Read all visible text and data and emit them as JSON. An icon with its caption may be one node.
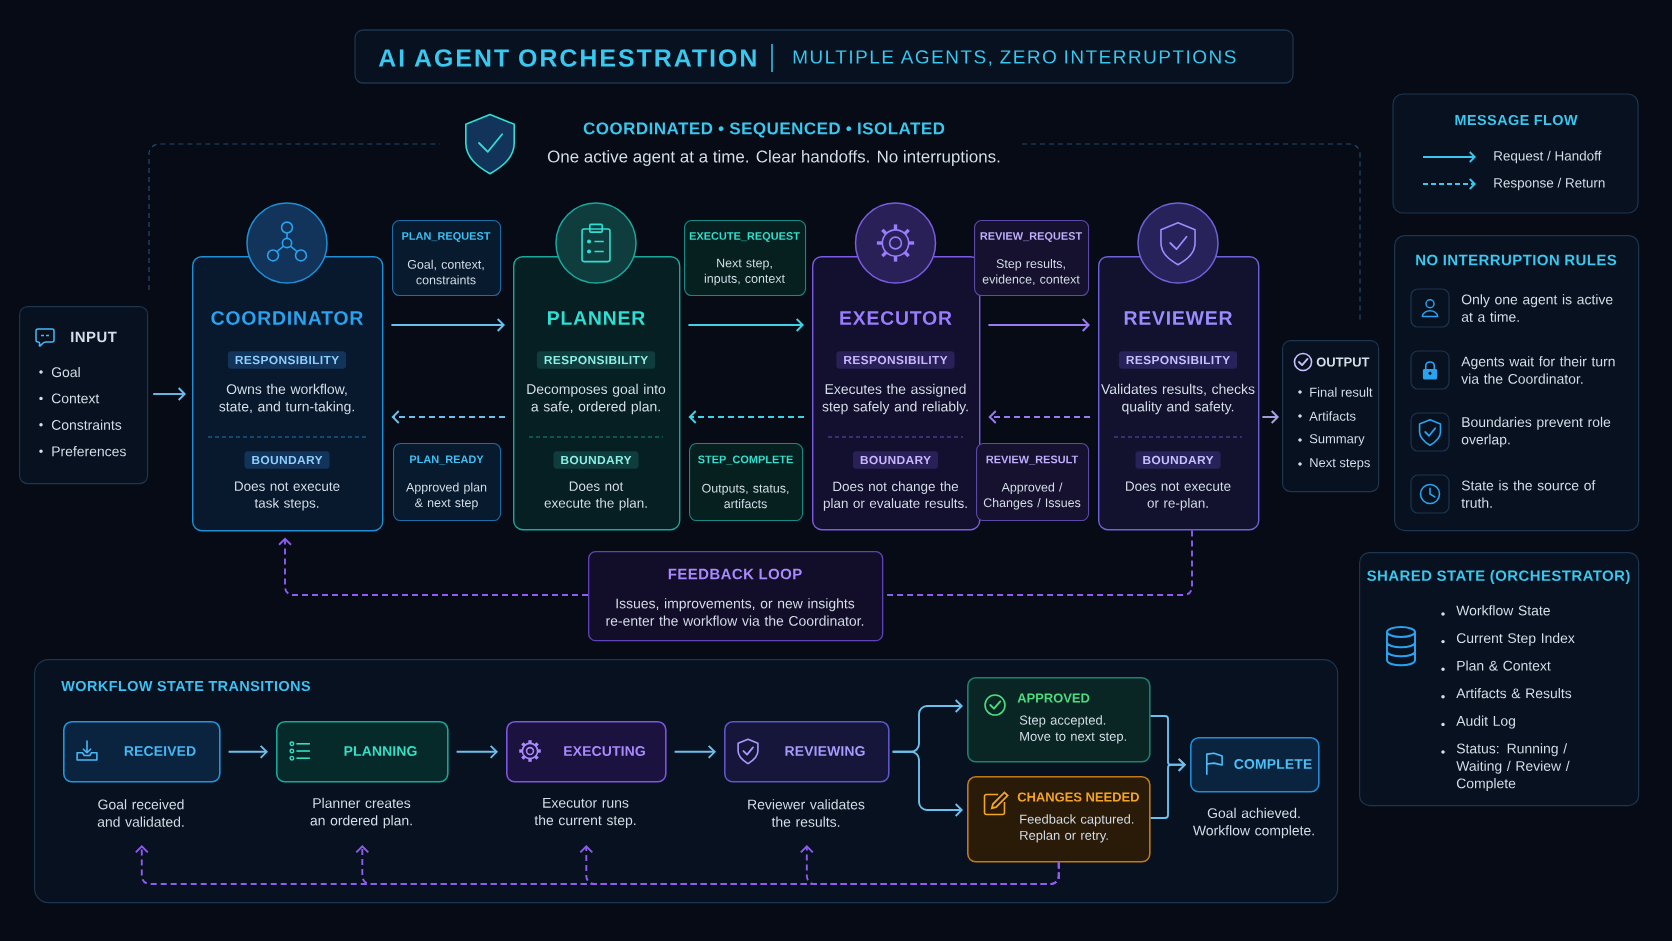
{
  "diagram": {
    "title": "AI AGENT ORCHESTRATION",
    "nodes": [
      {
        "text": [
          "INPUT",
          "Goal",
          "Context",
          "Constraints",
          "Preferences"
        ]
      },
      {
        "text": [
          "COORDINATOR",
          "RESPONSIBILITY",
          "Owns the workflow, state, and turn-taking.",
          "BOUNDARY",
          "Does not execute task steps."
        ]
      },
      {
        "text": [
          "PLAN_REQUEST",
          "Goal, context, constraints"
        ]
      },
      {
        "text": [
          "PLAN_READY",
          "Approved plan & next step"
        ]
      },
      {
        "text": [
          "PLANNER",
          "RESPONSIBILITY",
          "Decomposes goal into a safe, ordered plan.",
          "BOUNDARY",
          "Does not execute the plan."
        ]
      },
      {
        "text": [
          "EXECUTE_REQUEST",
          "Next step, inputs, context"
        ]
      },
      {
        "text": [
          "STEP_COMPLETE",
          "Outputs, status, artifacts"
        ]
      },
      {
        "text": [
          "EXECUTOR",
          "RESPONSIBILITY",
          "Executes the assigned step safely and reliably.",
          "BOUNDARY",
          "Does not change the plan or evaluate results."
        ]
      },
      {
        "text": [
          "REVIEW_REQUEST",
          "Step results, evidence, context"
        ]
      },
      {
        "text": [
          "REVIEW_RESULT",
          "Approved / Changes / Issues"
        ]
      },
      {
        "text": [
          "REVIEWER",
          "RESPONSIBILITY",
          "Validates results, checks quality and safety.",
          "BOUNDARY",
          "Does not execute or re-plan."
        ]
      },
      {
        "text": [
          "OUTPUT",
          "Final result",
          "Artifacts",
          "Summary",
          "Next steps"
        ]
      },
      {
        "text": [
          "FEEDBACK LOOP",
          "Issues, improvements, or new insights re-enter the workflow via the Coordinator."
        ]
      },
      {
        "text": [
          "NO INTERRUPTION RULES",
          "Only one agent is active at a time.",
          "Agents wait for their turn via the Coordinator.",
          "Boundaries prevent role overlap.",
          "State is the source of truth."
        ]
      },
      {
        "text": [
          "SHARED STATE (ORCHESTRATOR)",
          "Workflow State",
          "Current Step Index",
          "Plan & Context",
          "Artifacts & Results",
          "Audit Log",
          "Status: Running / Waiting / Review / Complete"
        ]
      },
      {
        "text": [
          "WORKFLOW STATE TRANSITIONS"
        ]
      },
      {
        "text": [
          "RECEIVED"
        ],
        "beside": [
          "Goal received and validated."
        ],
        "in": 15
      },
      {
        "text": [
          "PLANNING"
        ],
        "beside": [
          "Planner creates an ordered plan."
        ],
        "in": 15
      },
      {
        "text": [
          "EXECUTING"
        ],
        "beside": [
          "Executor runs the current step."
        ],
        "in": 15
      },
      {
        "text": [
          "REVIEWING"
        ],
        "beside": [
          "Reviewer validates the results."
        ],
        "in": 15
      },
      {
        "text": [
          "APPROVED",
          "Step accepted. Move to next step."
        ],
        "in": 15
      },
      {
        "text": [
          "CHANGES NEEDED",
          "Feedback captured. Replan or retry."
        ],
        "in": 15
      },
      {
        "text": [
          "COMPLETE"
        ],
        "beside": [
          "Goal achieved. Workflow complete."
        ],
        "in": 15
      }
    ],
    "edges": [
      {
        "from": 0,
        "to": 1,
        "arrow": "to"
      },
      {
        "from": 1,
        "to": 4,
        "arrow": "to"
      },
      {
        "from": 4,
        "to": 1,
        "arrow": "to",
        "style": "dashed"
      },
      {
        "from": 4,
        "to": 7,
        "arrow": "to",
        "color": "#3fd2e2"
      },
      {
        "from": 7,
        "to": 4,
        "arrow": "to",
        "style": "dashed",
        "color": "#3fd2e2"
      },
      {
        "from": 7,
        "to": 10,
        "arrow": "to",
        "color": "#9b7bf2"
      },
      {
        "from": 10,
        "to": 7,
        "arrow": "to",
        "style": "dashed",
        "color": "#9b7bf2"
      },
      {
        "from": 10,
        "to": 11,
        "arrow": "to",
        "color": "#a9a6e8"
      },
      {
        "from": 10,
        "to": 12,
        "arrow": "none",
        "style": "dashed",
        "color": "#8e5cf0"
      },
      {
        "from": 12,
        "to": 1,
        "arrow": "to",
        "style": "dashed",
        "color": "#8e5cf0"
      },
      {
        "from": 16,
        "to": 17,
        "arrow": "to"
      },
      {
        "from": 17,
        "to": 18,
        "arrow": "to"
      },
      {
        "from": 18,
        "to": 19,
        "arrow": "to"
      },
      {
        "from": 19,
        "to": 20,
        "arrow": "to"
      },
      {
        "from": 19,
        "to": 21,
        "arrow": "to"
      },
      {
        "from": 20,
        "to": 22,
        "arrow": "to"
      },
      {
        "from": 21,
        "to": 22,
        "arrow": "to"
      },
      {
        "from": 21,
        "to": 16,
        "arrow": "to",
        "style": "dashed",
        "color": "#8e5cf0"
      },
      {
        "from": 21,
        "to": 17,
        "arrow": "to",
        "style": "dashed",
        "color": "#8e5cf0"
      },
      {
        "from": 21,
        "to": 18,
        "arrow": "to",
        "style": "dashed",
        "color": "#8e5cf0"
      },
      {
        "from": 21,
        "to": 19,
        "arrow": "to",
        "style": "dashed",
        "color": "#8e5cf0"
      }
    ],
    "labels": [
      "MULTIPLE AGENTS, ZERO INTERRUPTIONS",
      "COORDINATED • SEQUENCED • ISOLATED",
      "One active agent at a time. Clear handoffs. No interruptions.",
      "MESSAGE FLOW"
    ],
    "legend": [
      {
        "text": "Request / Handoff"
      },
      {
        "text": "Response / Return"
      }
    ]
  }
}
